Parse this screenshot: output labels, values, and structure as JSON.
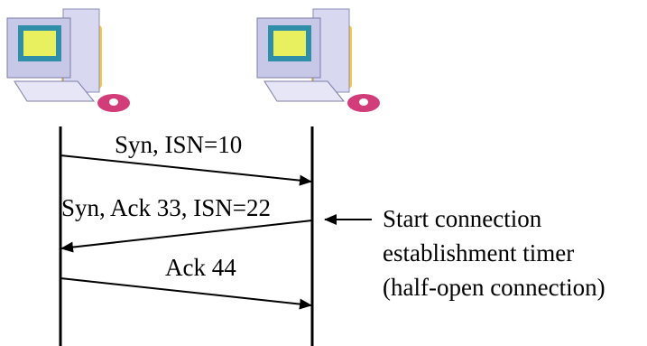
{
  "diagram": {
    "icons": {
      "left_host": "desktop-computer-icon",
      "right_host": "desktop-computer-icon"
    },
    "messages": [
      {
        "label": "Syn, ISN=10",
        "direction": "left-to-right"
      },
      {
        "label": "Syn, Ack 33, ISN=22",
        "direction": "right-to-left"
      },
      {
        "label": "Ack 44",
        "direction": "left-to-right"
      }
    ],
    "annotation": {
      "lines": [
        "Start connection",
        "establishment timer",
        "(half-open connection)"
      ]
    },
    "colors": {
      "line": "#000000",
      "monitor_body": "#c7c7e8",
      "monitor_screen": "#e8f060",
      "screen_frame": "#2f8fa8",
      "tower": "#d8d8f0",
      "folder": "#f7c74a",
      "mouse_pad": "#d23c78",
      "keyboard": "#e6e6f6"
    }
  }
}
